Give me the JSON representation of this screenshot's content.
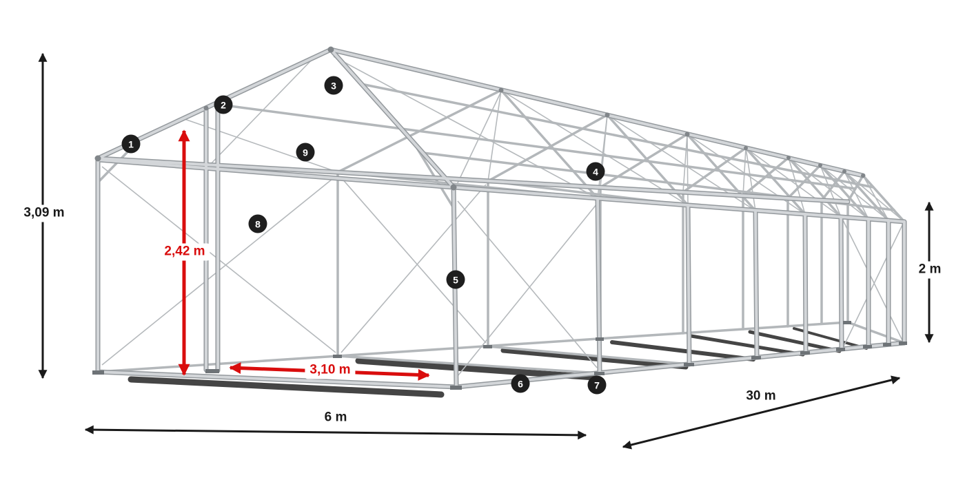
{
  "page": {
    "description": "Perspective wireframe diagram of a 6 m x 30 m tent steel frame with numbered parts and dimension arrows"
  },
  "colors": {
    "background": "#ffffff",
    "frame_light": "#d3d6d9",
    "frame_dark": "#94999d",
    "cable": "#b5b9bc",
    "shadow": "#1c1c1c",
    "dimension_black": "#1a1a1a",
    "dimension_red": "#d90d0d",
    "marker_background": "#1e1e1e",
    "marker_text": "#ffffff"
  },
  "dimensions": {
    "total_height": {
      "label": "3,09 m",
      "style": "black",
      "orientation": "vertical"
    },
    "entrance_height": {
      "label": "2,42 m",
      "style": "red",
      "orientation": "vertical"
    },
    "entrance_width": {
      "label": "3,10 m",
      "style": "red",
      "orientation": "horizontal"
    },
    "side_height": {
      "label": "2 m",
      "style": "black",
      "orientation": "vertical"
    },
    "width": {
      "label": "6 m",
      "style": "black",
      "orientation": "horizontal"
    },
    "length": {
      "label": "30 m",
      "style": "black",
      "orientation": "diagonal"
    }
  },
  "markers": [
    {
      "label": "1"
    },
    {
      "label": "2"
    },
    {
      "label": "3"
    },
    {
      "label": "4"
    },
    {
      "label": "5"
    },
    {
      "label": "6"
    },
    {
      "label": "7"
    },
    {
      "label": "8"
    },
    {
      "label": "9"
    }
  ]
}
